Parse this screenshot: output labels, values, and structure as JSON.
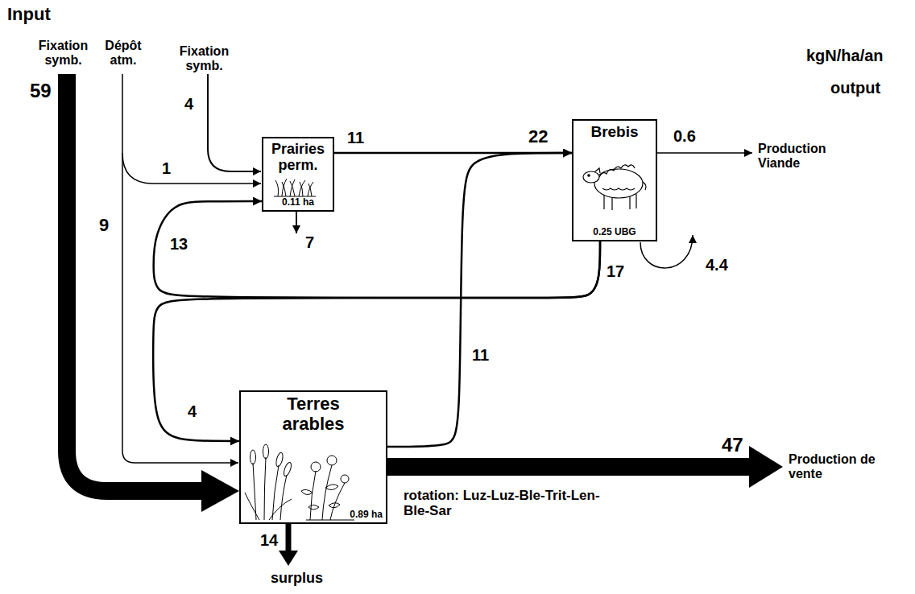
{
  "diagram": {
    "nodes": [
      {
        "text": [
          "Prairies perm.",
          "0.11 ha"
        ]
      },
      {
        "text": [
          "Brebis",
          "0.25 UBG"
        ]
      },
      {
        "text": [
          "Terres arables",
          "0.89 ha"
        ]
      }
    ],
    "edges": [
      {
        "from": 0,
        "to": 1,
        "arrow": "to",
        "label": "11"
      },
      {
        "from": 2,
        "to": 1,
        "arrow": "to",
        "label": "11"
      },
      {
        "from": 1,
        "to": 0,
        "arrow": "to",
        "label": "13"
      },
      {
        "from": 1,
        "to": 2,
        "arrow": "to",
        "label": "4"
      }
    ],
    "labels": [
      "Input",
      "kgN/ha/an",
      "output",
      "Fixation symb.",
      "Dépôt atm.",
      "Fixation symb.",
      "59",
      "9",
      "4",
      "1",
      "7",
      "22",
      "0.6",
      "Production Viande",
      "17",
      "4.4",
      "47",
      "Production de vente",
      "rotation: Luz-Luz-Ble-Trit-Len-Ble-Sar",
      "14",
      "surplus"
    ]
  }
}
